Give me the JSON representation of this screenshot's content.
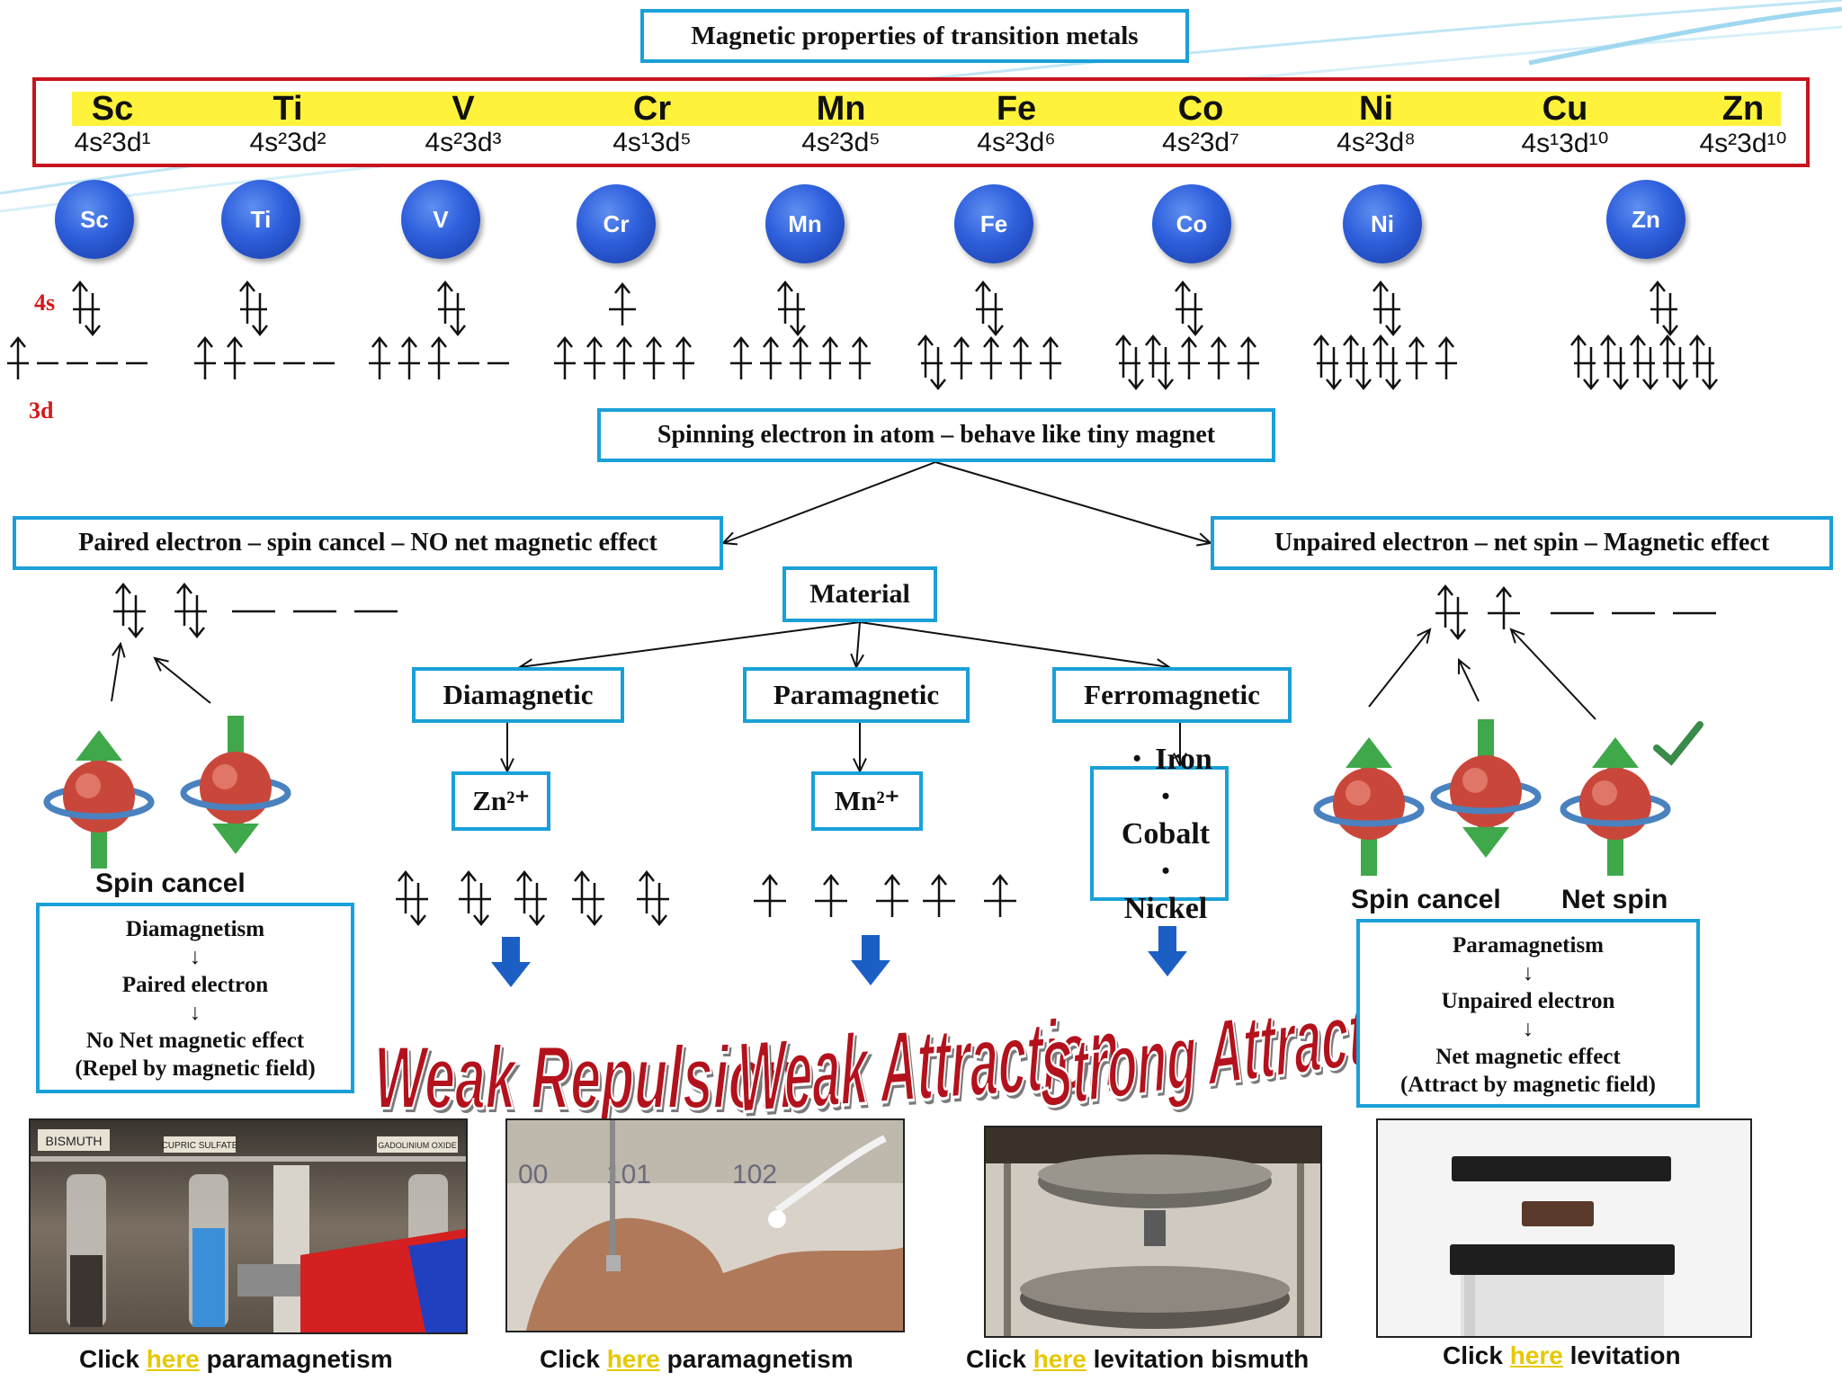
{
  "title": "Magnetic properties of  transition metals",
  "elements": [
    {
      "symbol": "Sc",
      "config": "4s²3d¹"
    },
    {
      "symbol": "Ti",
      "config": "4s²3d²"
    },
    {
      "symbol": "V",
      "config": "4s²3d³"
    },
    {
      "symbol": "Cr",
      "config": "4s¹3d⁵"
    },
    {
      "symbol": "Mn",
      "config": "4s²3d⁵"
    },
    {
      "symbol": "Fe",
      "config": "4s²3d⁶"
    },
    {
      "symbol": "Co",
      "config": "4s²3d⁷"
    },
    {
      "symbol": "Ni",
      "config": "4s²3d⁸"
    },
    {
      "symbol": "Cu",
      "config": "4s¹3d¹⁰"
    },
    {
      "symbol": "Zn",
      "config": "4s²3d¹⁰"
    }
  ],
  "atoms": [
    "Sc",
    "Ti",
    "V",
    "Cr",
    "Mn",
    "Fe",
    "Co",
    "Ni",
    "Zn"
  ],
  "orbital_labels": {
    "s": "4s",
    "d": "3d"
  },
  "spinning_box": "Spinning electron in atom – behave like tiny magnet",
  "paired_box": "Paired electron – spin cancel – NO net magnetic effect",
  "unpaired_box": "Unpaired electron – net spin  – Magnetic effect",
  "material_box": "Material",
  "types": {
    "dia": "Diamagnetic",
    "para": "Paramagnetic",
    "ferro": "Ferromagnetic"
  },
  "examples": {
    "dia": "Zn²⁺",
    "para": "Mn²⁺",
    "ferro": [
      "Iron",
      "Cobalt",
      "Nickel"
    ]
  },
  "effects": {
    "dia": "Weak Repulsion",
    "para": "Weak Attraction",
    "ferro": "Strong Attraction"
  },
  "spin_cancel_left": "Spin cancel",
  "spin_cancel_right": "Spin cancel",
  "net_spin": "Net spin",
  "dia_summary": [
    "Diamagnetism",
    "↓",
    "Paired electron",
    "↓",
    "No Net magnetic effect",
    "(Repel by magnetic field)"
  ],
  "para_summary": [
    "Paramagnetism",
    "↓",
    "Unpaired electron",
    "↓",
    "Net magnetic effect",
    "(Attract by magnetic field)"
  ],
  "photo_labels": {
    "p1_tags": [
      "BISMUTH",
      "CUPRIC SULFATE",
      "GADOLINIUM OXIDE"
    ],
    "p2_tags": [
      "00",
      "101",
      "102"
    ]
  },
  "links": [
    {
      "pre": "Click ",
      "link": "here",
      "post": " paramagnetism"
    },
    {
      "pre": "Click ",
      "link": "here",
      "post": " paramagnetism"
    },
    {
      "pre": "Click ",
      "link": "here",
      "post": " levitation bismuth"
    },
    {
      "pre": "Click ",
      "link": "here",
      "post": " levitation"
    }
  ],
  "colors": {
    "accent_blue": "#1aa0d8",
    "frame_red": "#c8141e",
    "highlight_yellow": "#fff23a",
    "link_yellow": "#e6c800"
  }
}
